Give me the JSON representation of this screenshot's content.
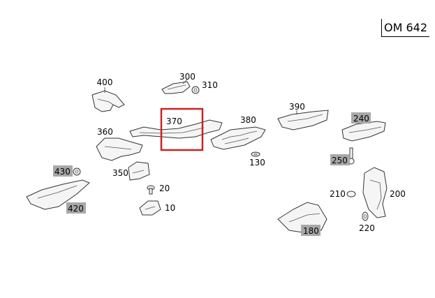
{
  "engine_code": "OM 642",
  "highlight_color": "#cc2222",
  "greyed_label_bg": "#a8a8a8",
  "callouts": {
    "p400": "400",
    "p300": "300",
    "p310": "310",
    "p370": "370",
    "p380": "380",
    "p390": "390",
    "p240": "240",
    "p360": "360",
    "p130": "130",
    "p250": "250",
    "p430": "430",
    "p350": "350",
    "p20": "20",
    "p420": "420",
    "p10": "10",
    "p210": "210",
    "p200": "200",
    "p220": "220",
    "p180": "180"
  },
  "greyed_parts": [
    "240",
    "250",
    "430",
    "420",
    "180"
  ],
  "selected_part": "370"
}
